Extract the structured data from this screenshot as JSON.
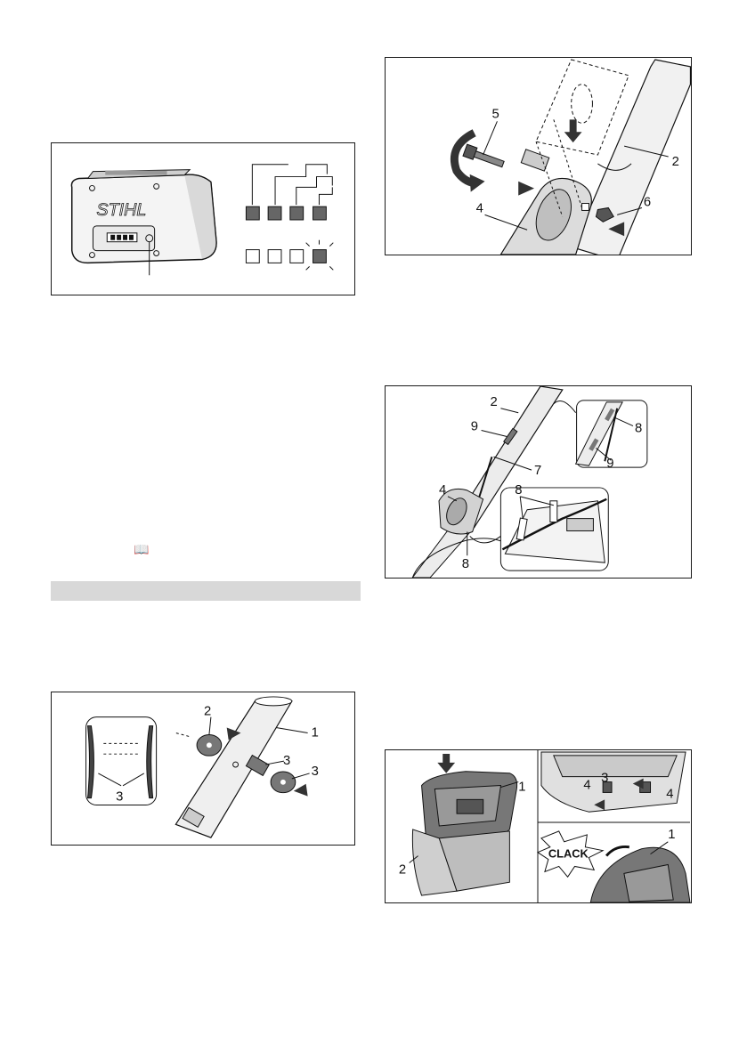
{
  "battery": {
    "brand": "STIHL"
  },
  "figures": {
    "handle_bolt": {
      "labels": [
        "5",
        "2",
        "4",
        "6"
      ]
    },
    "cable_clips": {
      "labels": [
        "2",
        "9",
        "7",
        "8",
        "9",
        "8",
        "4",
        "8"
      ]
    },
    "washers": {
      "labels": [
        "3",
        "2",
        "1",
        "3",
        "3"
      ]
    },
    "mount_handle": {
      "labels": [
        "1",
        "2",
        "4",
        "3",
        "4",
        "1"
      ],
      "sound": "CLACK"
    }
  },
  "icons": {
    "manual": "book-icon"
  }
}
